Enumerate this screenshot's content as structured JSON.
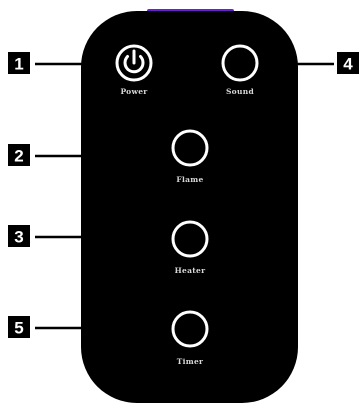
{
  "remote": {
    "indicator_color": "#6a1fd1",
    "body_color": "#000000",
    "button_outline_color": "#ffffff",
    "buttons": [
      {
        "id": "power",
        "label": "Power",
        "icon": "power-icon",
        "callout": "1"
      },
      {
        "id": "sound",
        "label": "Sound",
        "icon": null,
        "callout": "4"
      },
      {
        "id": "flame",
        "label": "Flame",
        "icon": null,
        "callout": "2"
      },
      {
        "id": "heater",
        "label": "Heater",
        "icon": null,
        "callout": "3"
      },
      {
        "id": "timer",
        "label": "Timer",
        "icon": null,
        "callout": "5"
      }
    ]
  }
}
